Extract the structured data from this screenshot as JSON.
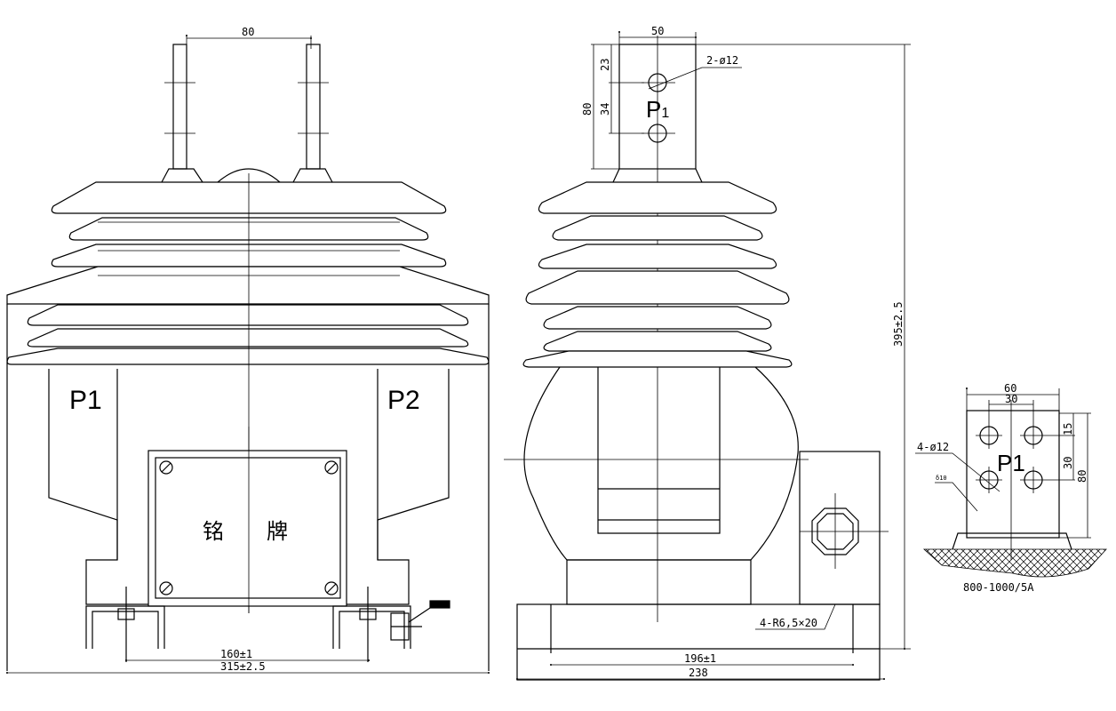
{
  "title": "Current transformer outline drawing",
  "front_view": {
    "terminal_spacing": "80",
    "label_p1": "P1",
    "label_p2": "P2",
    "nameplate_char1": "铭",
    "nameplate_char2": "牌",
    "mount_spacing": "160±1",
    "overall_width": "315±2.5"
  },
  "side_view": {
    "terminal_width": "50",
    "terminal_height": "80",
    "hole_offset_top": "23",
    "hole_spacing": "34",
    "hole_callout": "2-ø12",
    "terminal_label": "P",
    "terminal_label_sub": "1",
    "overall_height": "395±2.5",
    "slot_callout": "4-R6,5×20",
    "mount_spacing": "196±1",
    "base_width": "238"
  },
  "detail_view": {
    "width": "60",
    "hole_spacing_h": "30",
    "hole_offset_top": "15",
    "hole_spacing_v": "30",
    "height": "80",
    "hole_callout": "4-ø12",
    "thickness_callout": "δ10",
    "label": "P1",
    "rating": "800-1000/5A"
  }
}
